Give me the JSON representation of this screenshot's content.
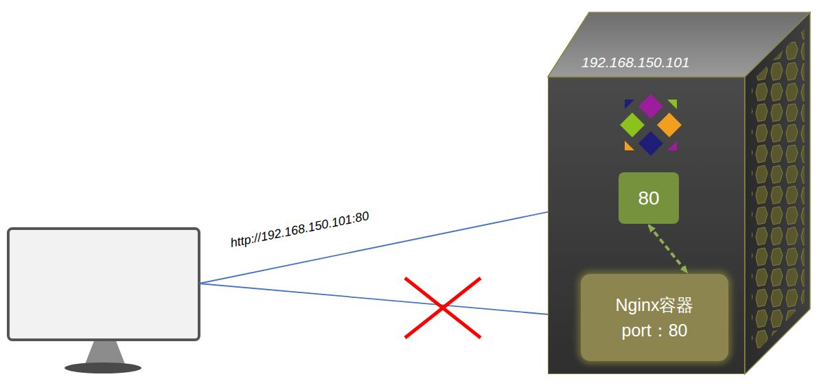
{
  "diagram": {
    "nodes": [
      {
        "text": [
          "192.168.150.101"
        ]
      },
      {
        "text": [
          "80"
        ],
        "in": 0
      },
      {
        "text": [
          "Nginx容器",
          "port：80"
        ],
        "in": 0
      }
    ],
    "edges": [
      {
        "from": 1,
        "to": 2,
        "arrow": "both"
      }
    ],
    "labels": [
      "http://192.168.150.101:80"
    ]
  }
}
